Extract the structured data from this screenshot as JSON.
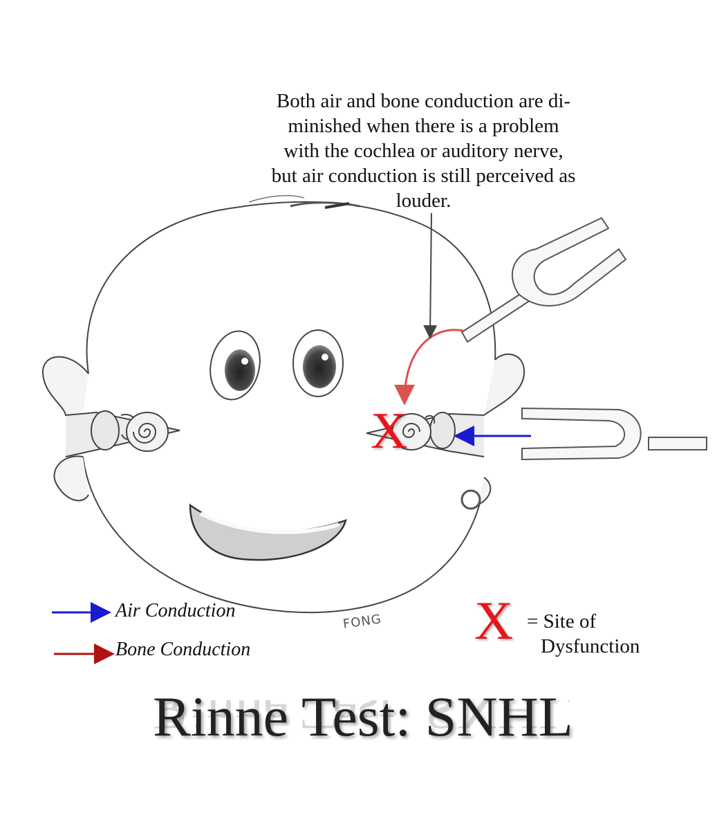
{
  "annotation": {
    "lines": [
      "Both air and bone conduction are di-",
      "minished when there is a problem",
      "with the cochlea or auditory nerve,",
      "but air conduction is still perceived as",
      "louder."
    ]
  },
  "site_marker": "X",
  "legend": {
    "air_label": "Air Conduction",
    "air_color": "#1a1ad0",
    "bone_label": "Bone Conduction",
    "bone_color": "#b01212"
  },
  "key": {
    "symbol": "X",
    "symbol_color": "#e8141b",
    "line1": "= Site of",
    "line2": "Dysfunction"
  },
  "artist_signature": "FONG",
  "title": "Rinne Test: SNHL"
}
